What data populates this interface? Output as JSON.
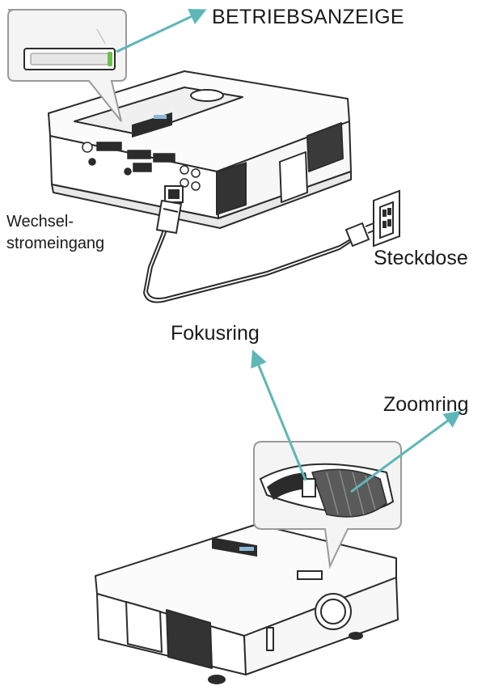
{
  "labels": {
    "indicator": "BETRIEBSANZEIGE",
    "ac_input_line1": "Wechsel-",
    "ac_input_line2": "stromeingang",
    "outlet": "Steckdose",
    "focus_ring": "Fokusring",
    "zoom_ring": "Zoomring"
  },
  "colors": {
    "arrow": "#5fb6b8",
    "line": "#2b2b2b",
    "indicator_led": "#6cc04a",
    "callout_fill": "#f4f4f4"
  }
}
